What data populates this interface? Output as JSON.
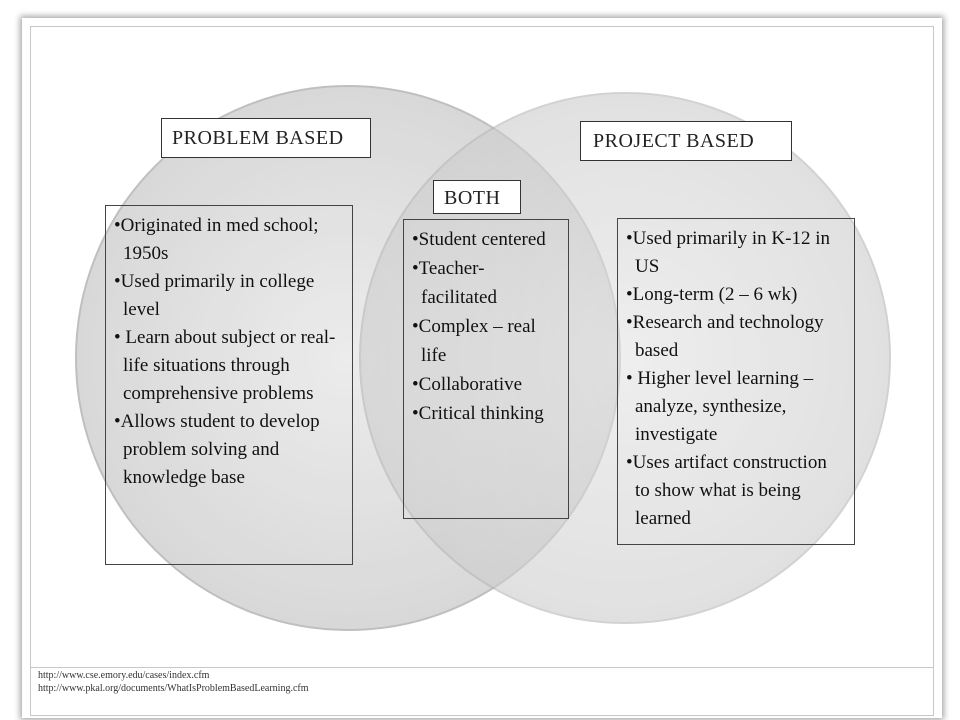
{
  "diagram": {
    "left_label": "PROBLEM BASED",
    "right_label": "PROJECT BASED",
    "center_label": "BOTH",
    "left_items": [
      "Originated in med school; 1950s",
      "Used primarily in college level",
      " Learn about subject or real-life situations through comprehensive problems",
      "Allows student to develop problem solving and knowledge base"
    ],
    "center_items": [
      "Student centered",
      "Teacher-facilitated",
      "Complex – real life",
      "Collaborative",
      "Critical thinking"
    ],
    "right_items": [
      "Used primarily in K-12 in US",
      "Long-term (2 – 6 wk)",
      "Research and technology based",
      " Higher level learning – analyze, synthesize, investigate",
      "Uses artifact construction to show what is being learned"
    ]
  },
  "footer": {
    "source_1": "http://www.cse.emory.edu/cases/index.cfm",
    "source_2": "http://www.pkal.org/documents/WhatIsProblemBasedLearning.cfm"
  }
}
